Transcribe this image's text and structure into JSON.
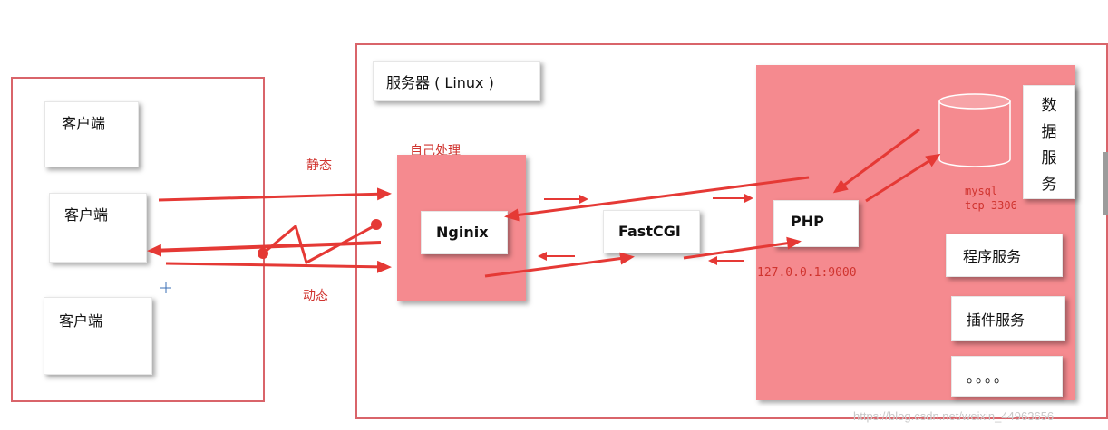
{
  "clients": {
    "client1": "客户端",
    "client2": "客户端",
    "client3": "客户端"
  },
  "server": {
    "title": "服务器 ( Linux )",
    "self_handle": "自己处理",
    "nginx": "Nginix",
    "fastcgi": "FastCGI",
    "php": "PHP",
    "php_addr": "127.0.0.1:9000",
    "mysql_line1": "mysql",
    "mysql_line2": "tcp 3306",
    "data_service": "数据服务",
    "program_service": "程序服务",
    "plugin_service": "插件服务",
    "more": "。。。。"
  },
  "arrows": {
    "static_label": "静态",
    "dynamic_label": "动态"
  },
  "watermark": "https://blog.csdn.net/weixin_44963656",
  "colors": {
    "frame": "#d9646a",
    "pink": "#f58a8f",
    "arrow": "#e53935"
  }
}
